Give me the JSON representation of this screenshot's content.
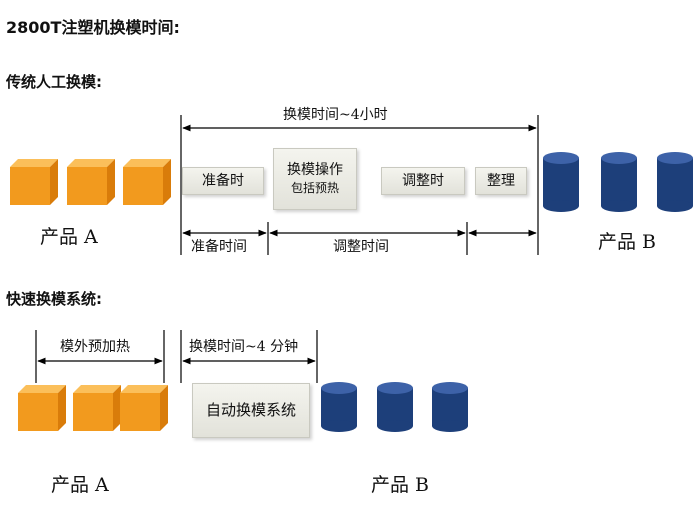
{
  "title": "2800T注塑机换模时间:",
  "traditional": {
    "heading": "传统人工换模:",
    "total_time_label": "换模时间~4小时",
    "boxes": {
      "prep": "准备时",
      "change_line1": "换模操作",
      "change_line2": "包括预热",
      "adjust": "调整时",
      "tidy": "整理"
    },
    "segments": {
      "prep_time": "准备时间",
      "adjust_time": "调整时间"
    },
    "product_a": "产品 A",
    "product_b": "产品 B"
  },
  "quick": {
    "heading": "快速换模系统:",
    "preheat_label": "模外预加热",
    "time_label": "换模时间~4 分钟",
    "system_box": "自动换模系统",
    "product_a": "产品 A",
    "product_b": "产品 B"
  },
  "colors": {
    "cube_front": "#f29a1e",
    "cube_top": "#fbbf5a",
    "cube_side": "#d97c0a",
    "cylinder_body": "#1d3f7a",
    "cylinder_top": "#3d62a8"
  }
}
